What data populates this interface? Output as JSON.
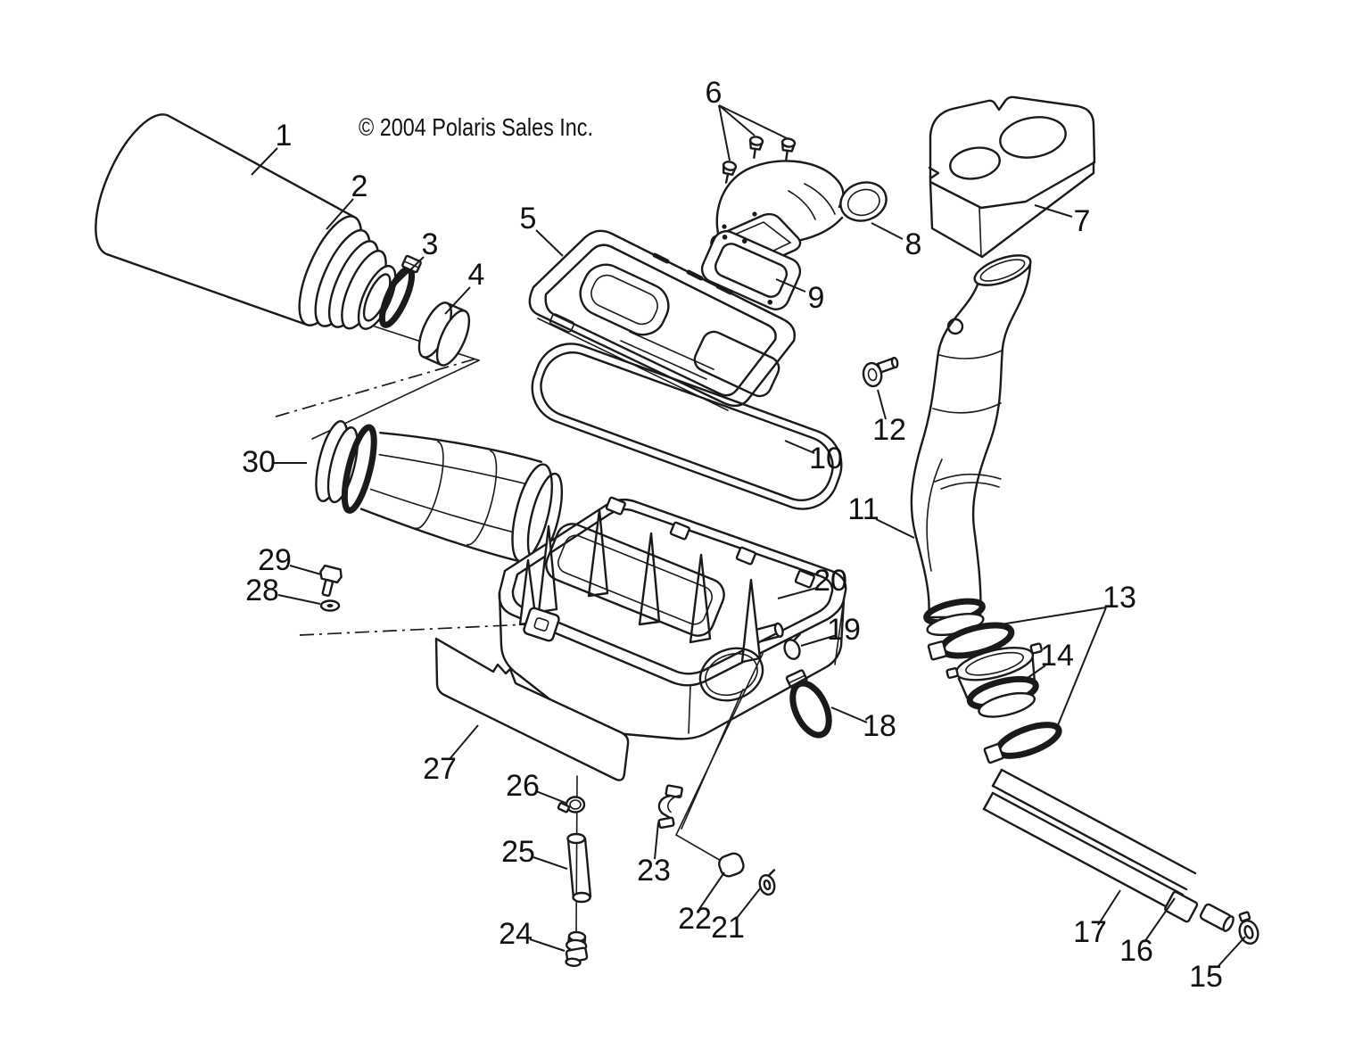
{
  "copyright": "© 2004 Polaris Sales Inc.",
  "colors": {
    "background": "#ffffff",
    "line": "#1a1a1a"
  },
  "callouts": [
    {
      "number": "1"
    },
    {
      "number": "2"
    },
    {
      "number": "3"
    },
    {
      "number": "4"
    },
    {
      "number": "5"
    },
    {
      "number": "6"
    },
    {
      "number": "7"
    },
    {
      "number": "8"
    },
    {
      "number": "9"
    },
    {
      "number": "10"
    },
    {
      "number": "11"
    },
    {
      "number": "12"
    },
    {
      "number": "13"
    },
    {
      "number": "14"
    },
    {
      "number": "15"
    },
    {
      "number": "16"
    },
    {
      "number": "17"
    },
    {
      "number": "18"
    },
    {
      "number": "19"
    },
    {
      "number": "20"
    },
    {
      "number": "21"
    },
    {
      "number": "22"
    },
    {
      "number": "23"
    },
    {
      "number": "24"
    },
    {
      "number": "25"
    },
    {
      "number": "26"
    },
    {
      "number": "27"
    },
    {
      "number": "28"
    },
    {
      "number": "29"
    },
    {
      "number": "30"
    }
  ]
}
